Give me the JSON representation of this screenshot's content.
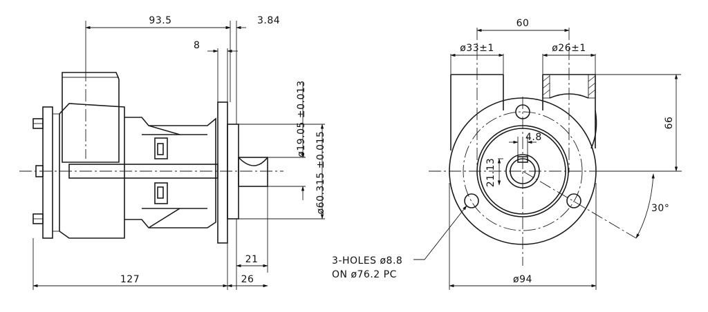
{
  "side_view": {
    "dim_overall_to_flange": "93.5",
    "dim_flange_offset": "3.84",
    "dim_flange_thickness": "8",
    "dim_shaft_diameter": "ø19.05 ±0.013",
    "dim_spigot_diameter": "ø60.315 ±0.015",
    "dim_shaft_length": "21",
    "dim_shaft_total": "26",
    "dim_body_length": "127"
  },
  "front_view": {
    "dim_port_spacing": "60",
    "dim_inlet_diameter": "ø33±1",
    "dim_outlet_diameter": "ø26±1",
    "dim_port_height": "66",
    "dim_key_width": "4.8",
    "dim_shaft_key_depth": "21.13",
    "dim_hole_angle": "30°",
    "dim_flange_diameter": "ø94",
    "note_holes_line1": "3-HOLES ø8.8",
    "note_holes_line2": "ON ø76.2 PC"
  }
}
